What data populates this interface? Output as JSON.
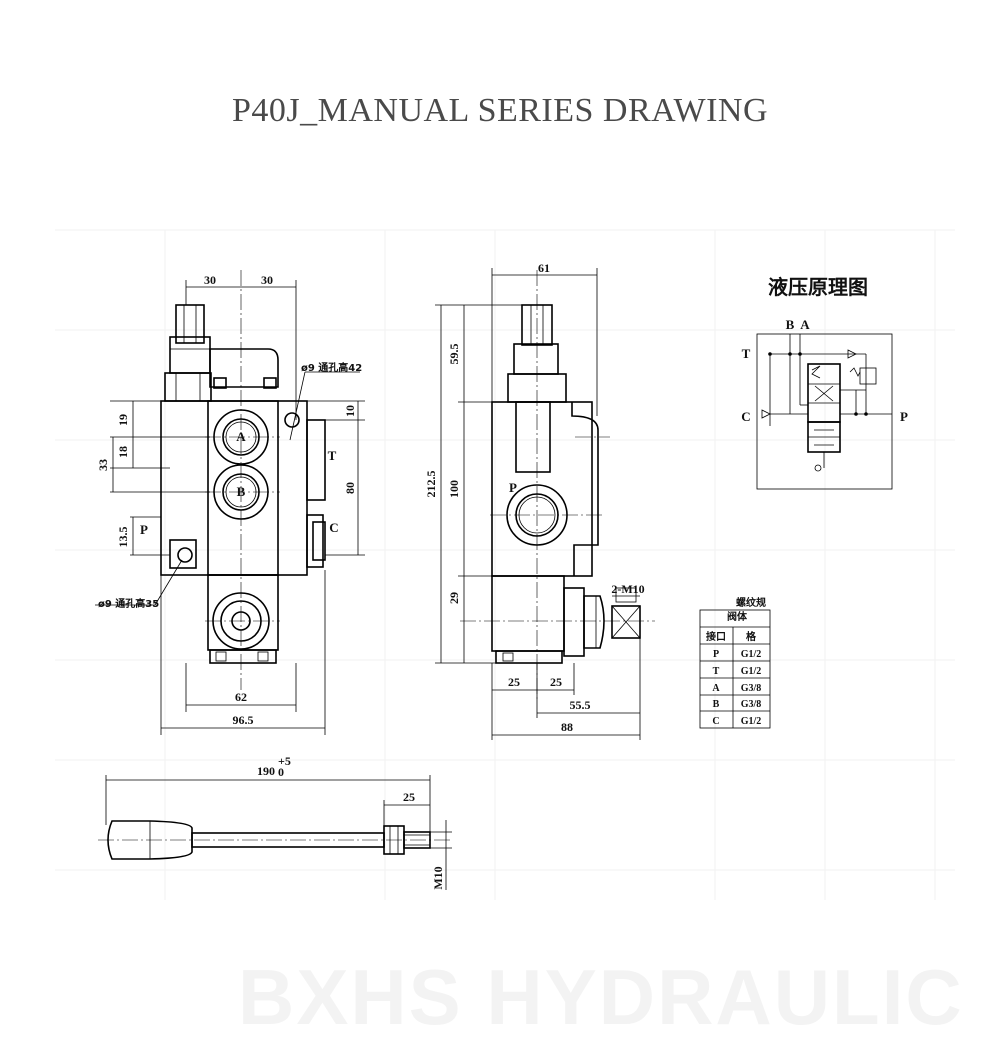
{
  "title": "P40J_MANUAL SERIES DRAWING",
  "watermark": "BXHS HYDRAULIC",
  "front_view": {
    "dims": {
      "top_left": "30",
      "top_right": "30",
      "d19": "19",
      "d18": "18",
      "d33": "33",
      "d13_5": "13.5",
      "d10": "10",
      "d80": "80",
      "d62": "62",
      "d96_5": "96.5"
    },
    "ports": {
      "a": "A",
      "b": "B",
      "p": "P",
      "t": "T",
      "c": "C"
    },
    "hole_top": "ø9 通孔高42",
    "hole_bottom": "ø9 通孔高35"
  },
  "side_view": {
    "dims": {
      "top": "61",
      "d59_5": "59.5",
      "d212_5": "212.5",
      "d100": "100",
      "d29": "29",
      "d25a": "25",
      "d25b": "25",
      "d55_5": "55.5",
      "d88": "88",
      "thread": "2-M10"
    },
    "port_p": "P"
  },
  "schematic": {
    "title": "液压原理图",
    "labels": {
      "b": "B",
      "a": "A",
      "t": "T",
      "c": "C",
      "p": "P"
    }
  },
  "thread_table": {
    "title": "螺纹规",
    "subtitle": "阀体",
    "headers": [
      "接口",
      "格"
    ],
    "rows": [
      [
        "P",
        "G1/2"
      ],
      [
        "T",
        "G1/2"
      ],
      [
        "A",
        "G3/8"
      ],
      [
        "B",
        "G3/8"
      ],
      [
        "C",
        "G1/2"
      ]
    ]
  },
  "handle_view": {
    "d190": "190",
    "tol_upper": "+5",
    "tol_lower": "0",
    "d25": "25",
    "thread": "M10"
  }
}
